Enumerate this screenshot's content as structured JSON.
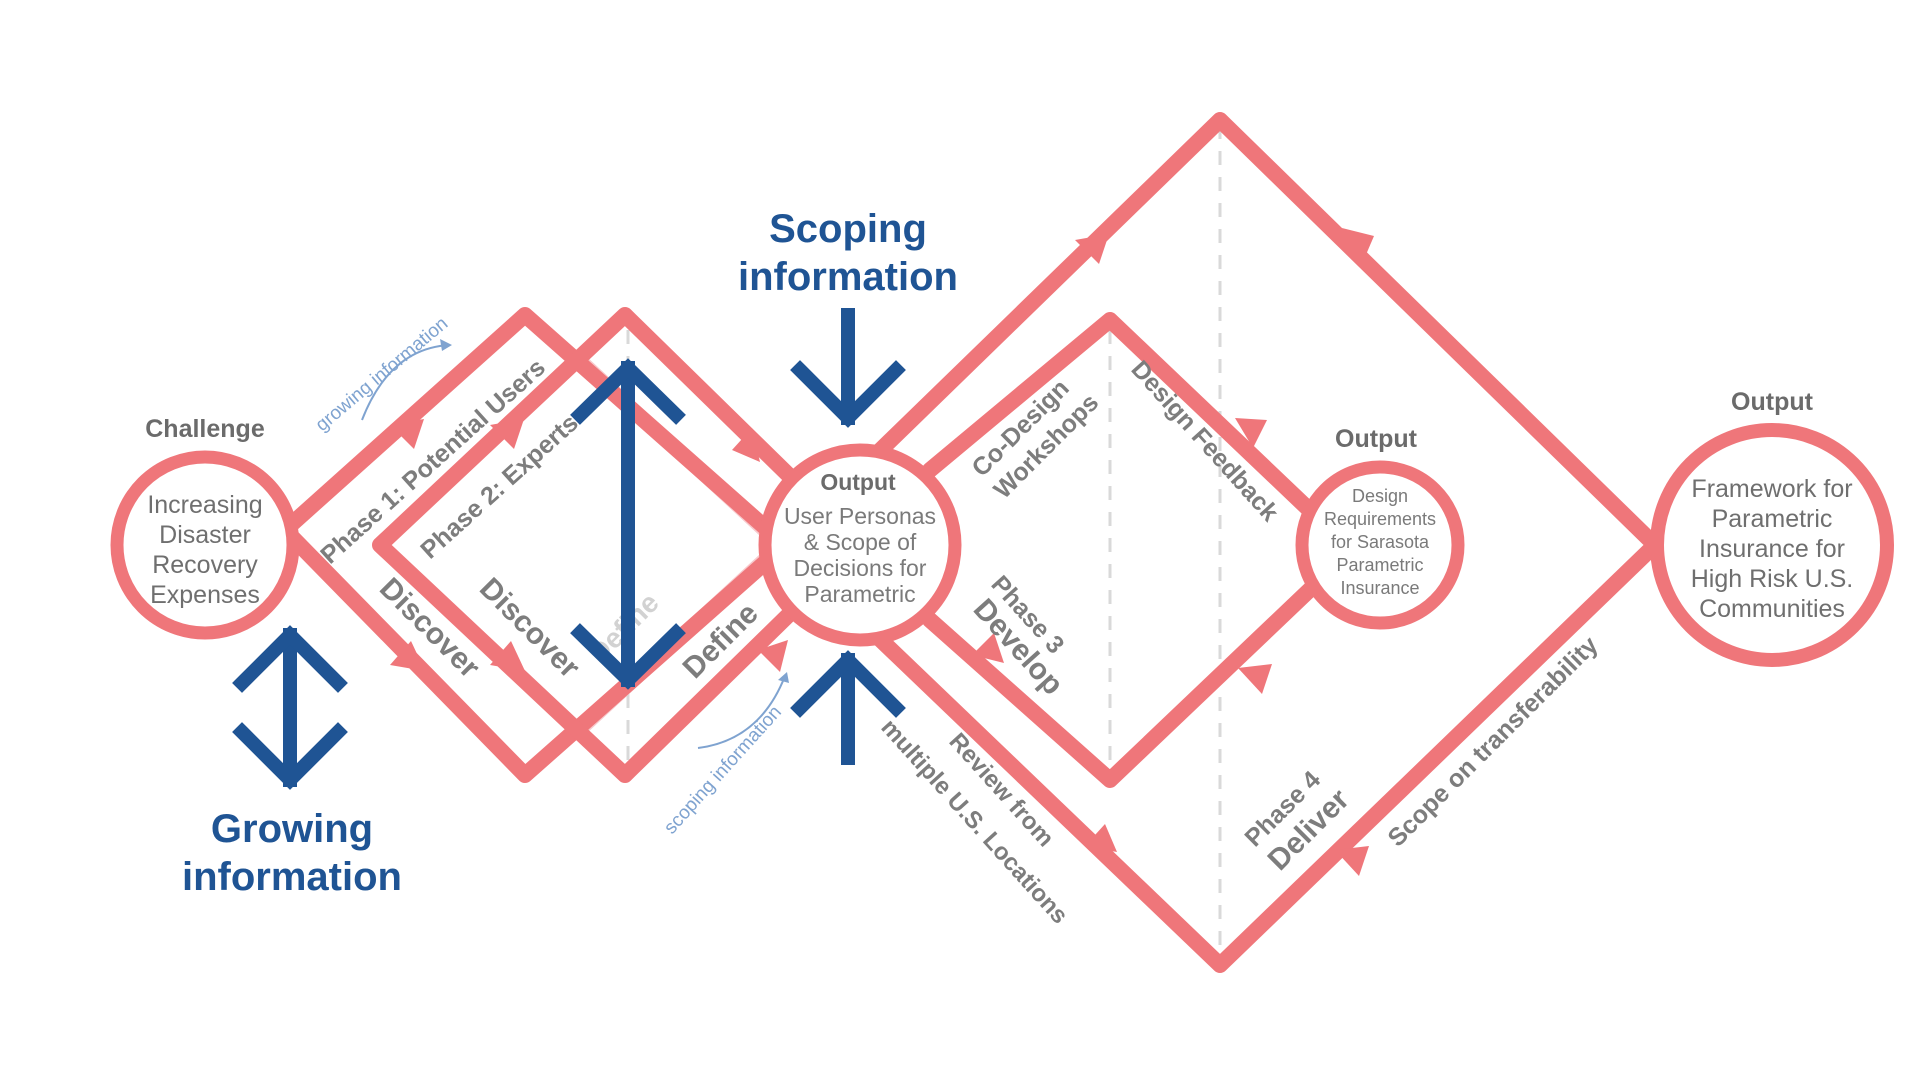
{
  "nodes": {
    "challenge": {
      "title": "Challenge",
      "lines": [
        "Increasing",
        "Disaster",
        "Recovery",
        "Expenses"
      ]
    },
    "output1": {
      "title": "Output",
      "lines": [
        "User Personas",
        "& Scope of",
        "Decisions for",
        "Parametric"
      ]
    },
    "output2": {
      "title": "Output",
      "lines": [
        "Design",
        "Requirements",
        "for Sarasota",
        "Parametric",
        "Insurance"
      ]
    },
    "output3": {
      "title": "Output",
      "lines": [
        "Framework for",
        "Parametric",
        "Insurance for",
        "High Risk U.S.",
        "Communities"
      ]
    }
  },
  "labels": {
    "phase1": "Phase 1: Potential Users",
    "phase2": "Phase 2: Experts",
    "discover1": "Discover",
    "discover2": "Discover",
    "define_faded": "Define",
    "define": "Define",
    "codesign_1": "Co-Design",
    "codesign_2": "Workshops",
    "design_feedback": "Design Feedback",
    "phase3_1": "Phase 3",
    "phase3_2": "Develop",
    "review_1": "Review from",
    "review_2": "multiple U.S. Locations",
    "phase4_1": "Phase 4",
    "phase4_2": "Deliver",
    "scope_transfer": "Scope on transferability"
  },
  "annotations": {
    "scoping_title_1": "Scoping",
    "scoping_title_2": "information",
    "growing_title_1": "Growing",
    "growing_title_2": "information",
    "growing_hint": "growing information",
    "scoping_hint": "scoping information"
  },
  "colors": {
    "path": "#ef767a",
    "path_faded": "#f8c9cc",
    "blue": "#1f5494",
    "hint": "#7fa3d0",
    "dashed": "#d9d9d9"
  }
}
